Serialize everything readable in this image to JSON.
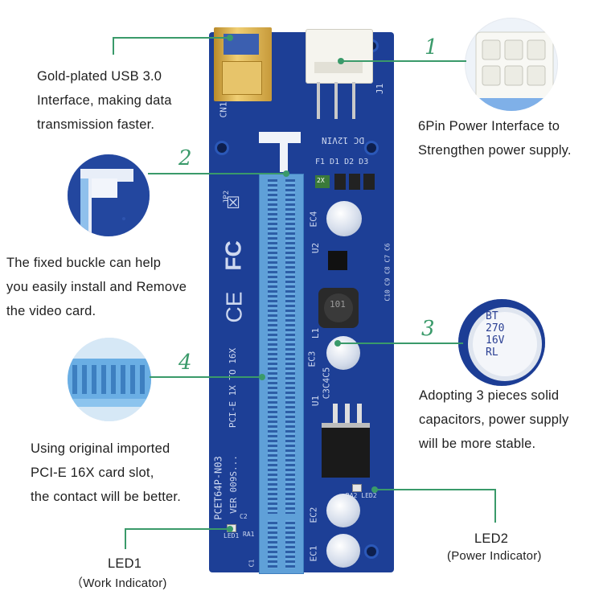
{
  "annotations": {
    "usb": {
      "lines": [
        "Gold-plated USB 3.0",
        "Interface, making data",
        "transmission faster."
      ]
    },
    "power6pin": {
      "number": "1",
      "lines": [
        "6Pin Power Interface to",
        "Strengthen power supply."
      ]
    },
    "buckle": {
      "number": "2",
      "lines": [
        "The fixed buckle can help",
        "you easily install and Remove",
        "the video card."
      ]
    },
    "capacitors": {
      "number": "3",
      "lines": [
        "Adopting 3 pieces solid",
        "capacitors, power supply",
        "will be more stable."
      ]
    },
    "slot": {
      "number": "4",
      "lines": [
        "Using original imported",
        "PCI-E 16X card slot,",
        "the contact will be better."
      ]
    },
    "led1": {
      "title": "LED1",
      "subtitle": "（Work Indicator)"
    },
    "led2": {
      "title": "LED2",
      "subtitle": "(Power Indicator)"
    }
  },
  "board_silkscreen": {
    "model": "PCET64P-N03",
    "ver": "VER 009S...",
    "slot_label": "PCI-E 1X TO 16X",
    "cn1": "CN1",
    "dc": "DC 12VIN",
    "j1": "J1",
    "jp2": "JP2",
    "fc": "FC",
    "ce": "CE",
    "u2": "U2",
    "ec4": "EC4",
    "ec3": "EC3",
    "ec2": "EC2",
    "ec1": "EC1",
    "l1": "L1",
    "u1": "U1",
    "c3c4c5": "C3C4C5",
    "f1d1d2d3": "F1 D1 D2 D3",
    "inductor": "101",
    "led1_mark": "LED1",
    "led2_mark": "RA2 LED2",
    "ra1": "RA1",
    "c2": "C2",
    "c1": "C1",
    "c6c7c8c9c10": "C10 C9 C8 C7 C6",
    "fuse": "2X"
  },
  "capacitor_text": [
    "BT",
    "270",
    "16V",
    "RL"
  ],
  "colors": {
    "accent": "#3a9a6a",
    "board": "#1d3f96",
    "slot": "#5fa0d8"
  }
}
